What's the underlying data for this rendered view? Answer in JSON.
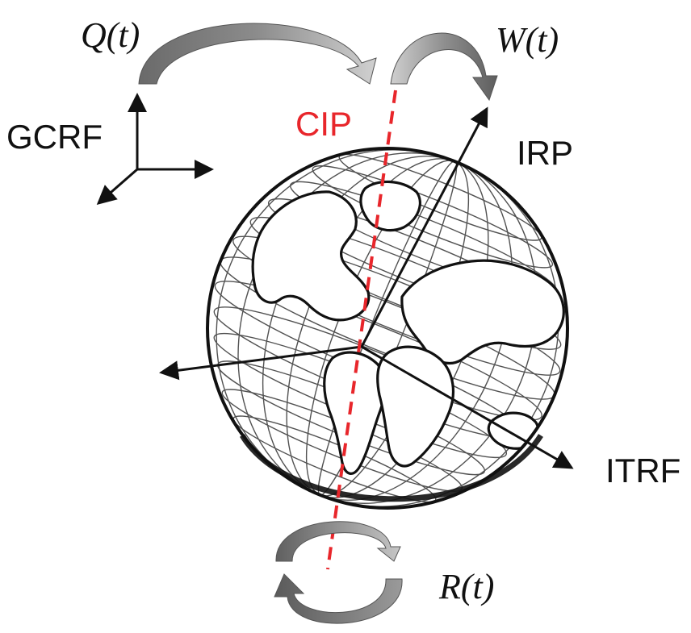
{
  "labels": {
    "gcrf": "GCRF",
    "cip": "CIP",
    "irp": "IRP",
    "itrf": "ITRF",
    "q": "Q(t)",
    "w": "W(t)",
    "r": "R(t)"
  },
  "colors": {
    "cip": "#e8262b",
    "ink": "#111111",
    "arrow_dark": "#5a5a5a",
    "arrow_light": "#c8c8c8"
  }
}
